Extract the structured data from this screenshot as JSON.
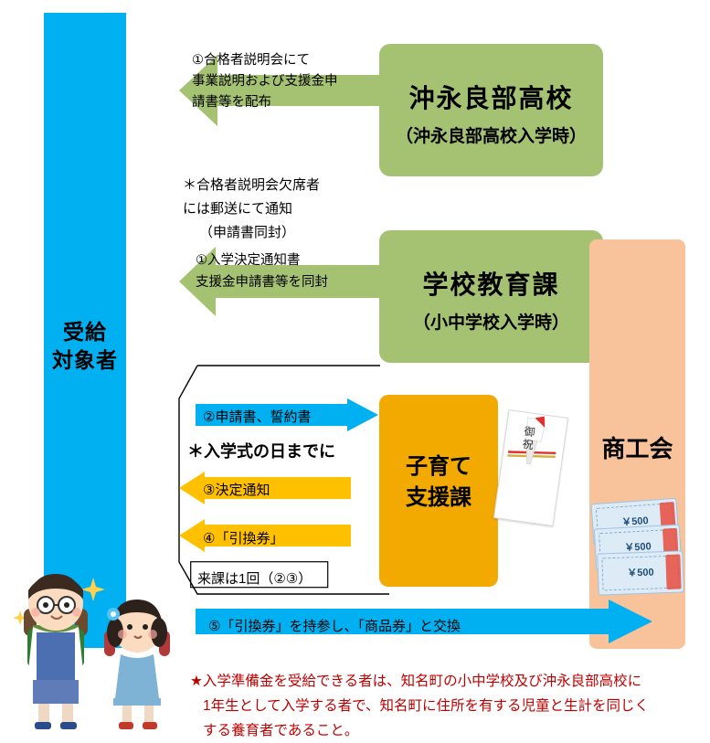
{
  "recipient": {
    "label_line1": "受給",
    "label_line2": "対象者",
    "color": "#00B0F0"
  },
  "boxes": {
    "high_school": {
      "title": "沖永良部高校",
      "subtitle": "（沖永良部高校入学時）",
      "color": "#A5C272"
    },
    "school_education": {
      "title": "学校教育課",
      "subtitle": "（小中学校入学時）",
      "color": "#A5C272"
    },
    "childcare": {
      "line1": "子育て",
      "line2": "支援課",
      "color": "#F2A900"
    },
    "chamber": {
      "line1": "商工会",
      "color": "#F8C39A"
    }
  },
  "arrows": {
    "arrow1": {
      "line1": "①合格者説明会にて",
      "line2": "事業説明および支援金申",
      "line3": "請書等を配布",
      "color": "#A5C272"
    },
    "note1": {
      "line1": "＊合格者説明会欠席者",
      "line2": "には郵送にて通知",
      "line3": "（申請書同封）"
    },
    "arrow2": {
      "line1": "①入学決定通知書",
      "line2": "支援金申請書等を同封",
      "color": "#A5C272"
    },
    "arrow3": {
      "label": "②申請書、誓約書",
      "color": "#00B0F0"
    },
    "deadline_note": "＊入学式の日までに",
    "arrow4": {
      "label": "③決定通知",
      "color": "#FFC000"
    },
    "arrow5": {
      "label": "④「引換券」",
      "color": "#FFC000"
    },
    "visit_note": "来課は1回（②③）",
    "arrow6": {
      "label": "⑤「引換券」を持参し、「商品券」と交換",
      "color": "#00B0F0"
    }
  },
  "red_note": {
    "line1": "★入学準備金を受給できる者は、知名町の小中学校及び沖永良部高校に",
    "line2": "1年生として入学する者で、知名町に住所を有する児童と生計を同じく",
    "line3": "する養育者であること。",
    "color": "#C00000"
  },
  "illustrations": {
    "envelope_label": "御祝",
    "certificate_amount": "￥500",
    "certificate_count": 3
  }
}
